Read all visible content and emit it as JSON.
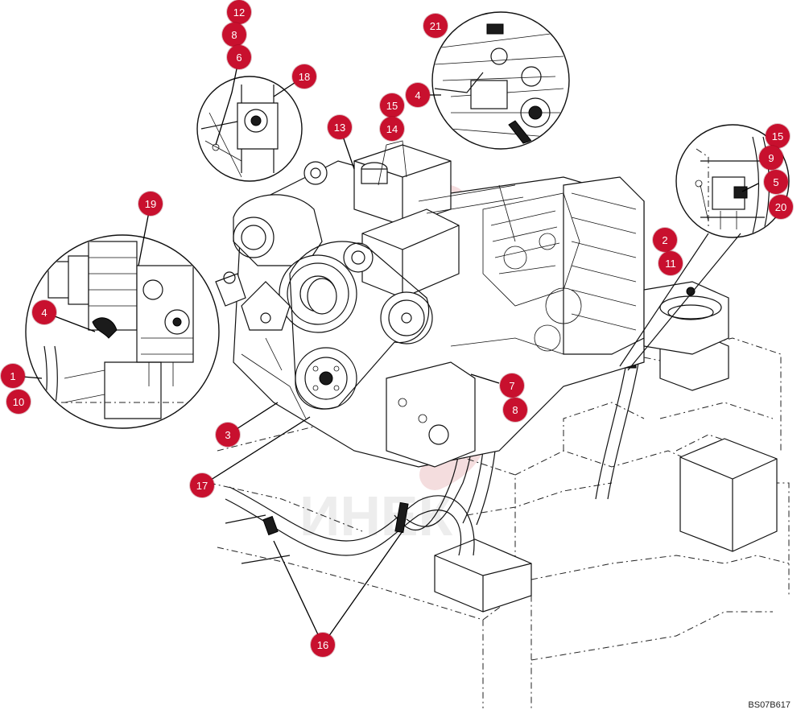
{
  "colors": {
    "callout_fill": "#c8102e",
    "watermark": "#e8b4b8"
  },
  "figure_code": "BS07B617",
  "callouts": [
    {
      "id": "c12",
      "label": "12"
    },
    {
      "id": "c8a",
      "label": "8"
    },
    {
      "id": "c6",
      "label": "6"
    },
    {
      "id": "c18",
      "label": "18"
    },
    {
      "id": "c21",
      "label": "21"
    },
    {
      "id": "c4a",
      "label": "4"
    },
    {
      "id": "c15a",
      "label": "15"
    },
    {
      "id": "c14",
      "label": "14"
    },
    {
      "id": "c13",
      "label": "13"
    },
    {
      "id": "c15b",
      "label": "15"
    },
    {
      "id": "c9",
      "label": "9"
    },
    {
      "id": "c5",
      "label": "5"
    },
    {
      "id": "c20",
      "label": "20"
    },
    {
      "id": "c19",
      "label": "19"
    },
    {
      "id": "c2",
      "label": "2"
    },
    {
      "id": "c11",
      "label": "11"
    },
    {
      "id": "c4b",
      "label": "4"
    },
    {
      "id": "c1",
      "label": "1"
    },
    {
      "id": "c10",
      "label": "10"
    },
    {
      "id": "c7",
      "label": "7"
    },
    {
      "id": "c8b",
      "label": "8"
    },
    {
      "id": "c3",
      "label": "3"
    },
    {
      "id": "c17",
      "label": "17"
    },
    {
      "id": "c16",
      "label": "16"
    }
  ]
}
